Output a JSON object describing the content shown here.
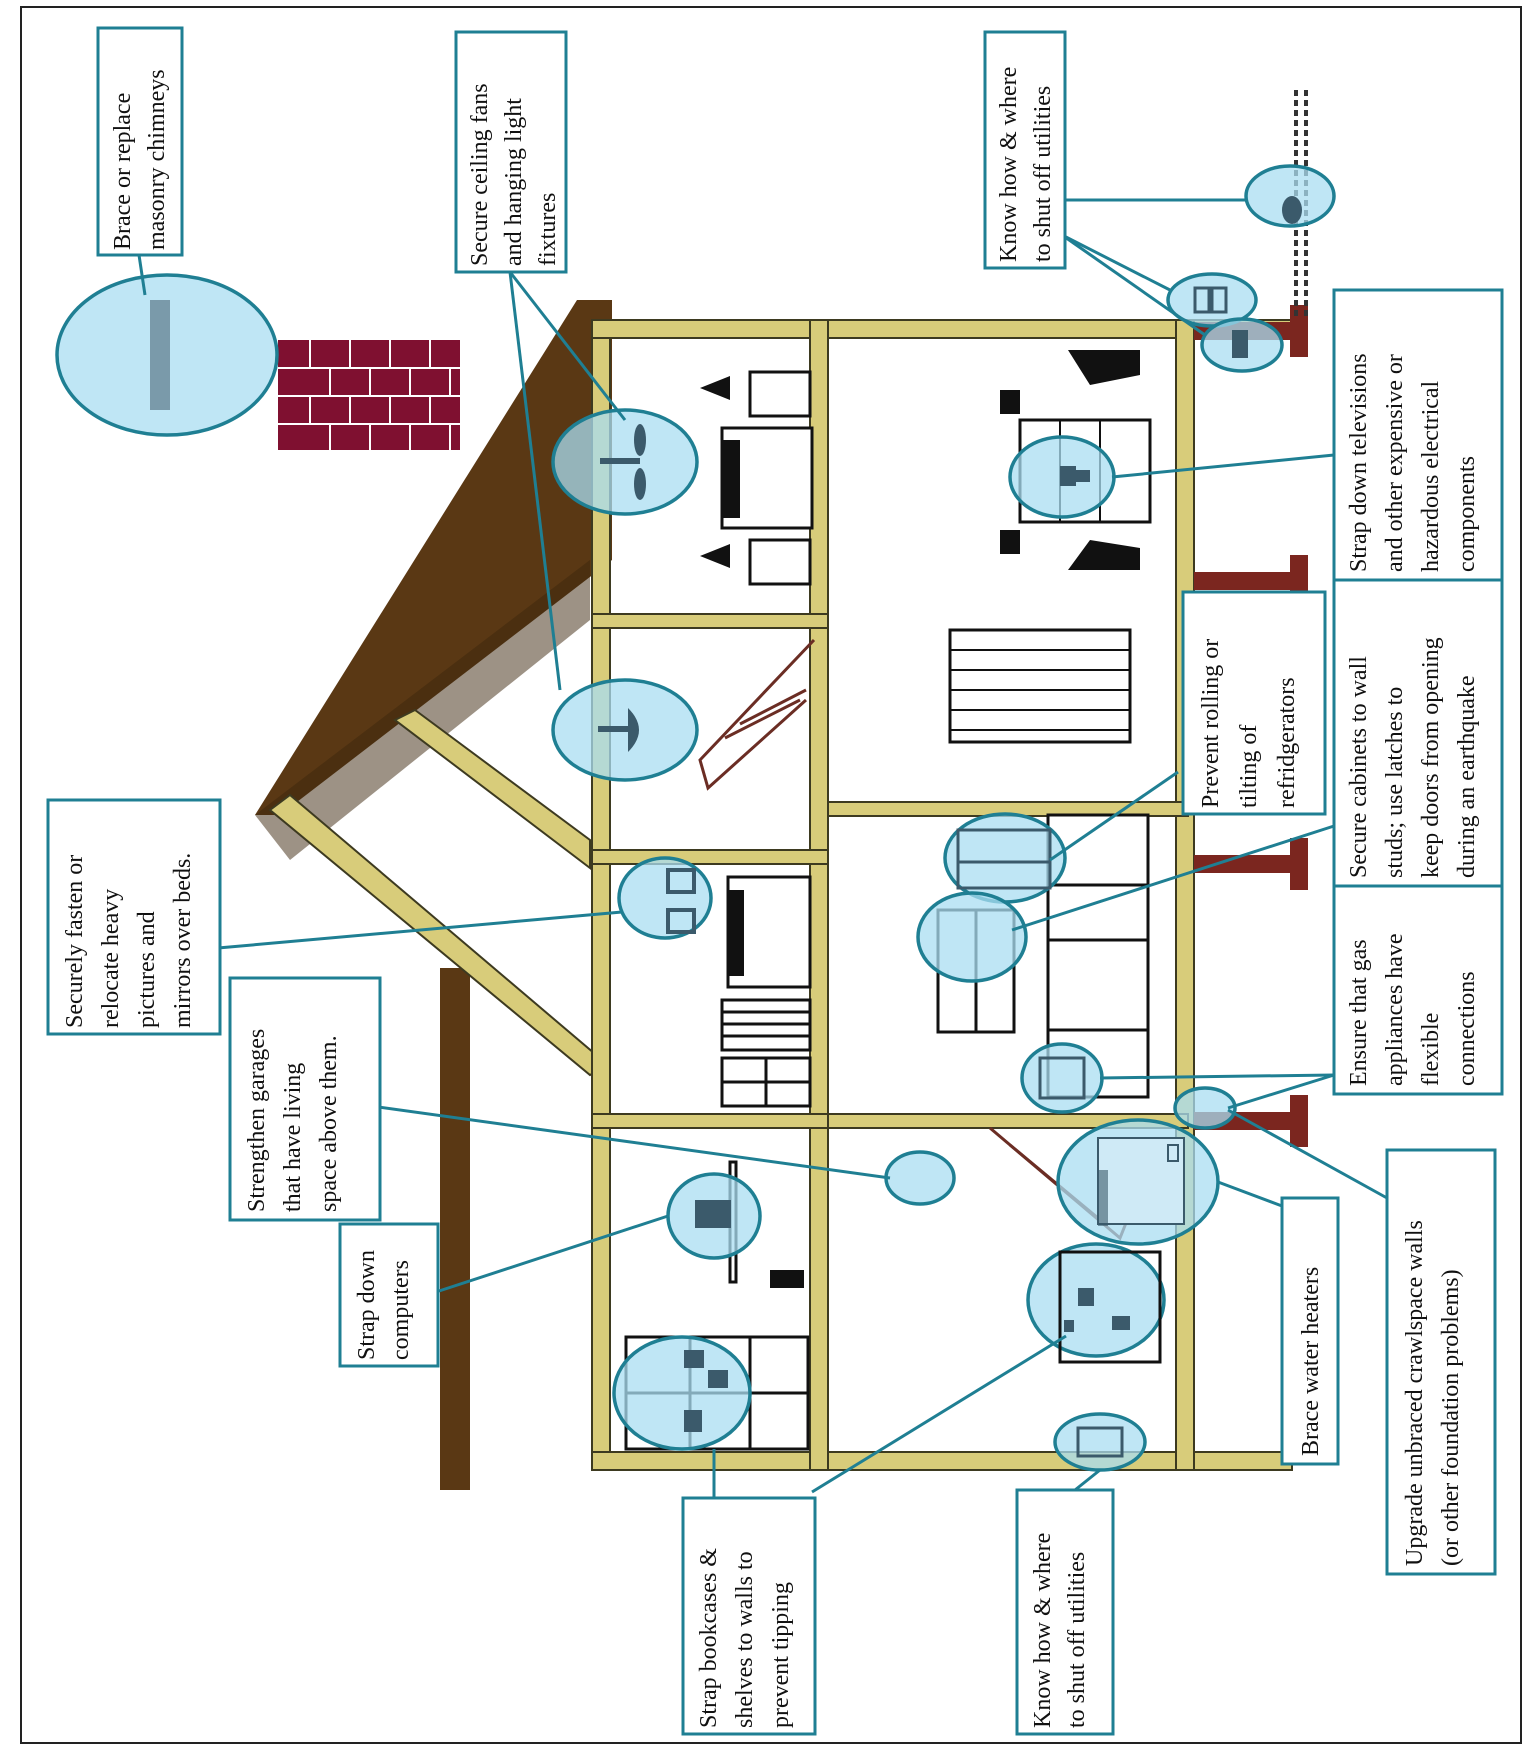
{
  "colors": {
    "wall": "#d8cc7a",
    "roof": "#5a3814",
    "chimney": "#7f1030",
    "callout_border": "#1f7f93",
    "bubble": "#a9def2",
    "piers": "#7b261f"
  },
  "labels": {
    "chimney": [
      "Brace or replace",
      "masonry chimneys"
    ],
    "ceiling_fans": [
      "Secure ceiling fans",
      "and hanging light",
      "fixtures"
    ],
    "utilities_top": [
      "Know how & where",
      "to shut off utilities"
    ],
    "pictures": [
      "Securely fasten or",
      "relocate heavy",
      "pictures and",
      "mirrors over beds."
    ],
    "garages": [
      "Strengthen garages",
      "that have living",
      "space above them."
    ],
    "computers": [
      "Strap down",
      "computers"
    ],
    "bookcases": [
      "Strap bookcases &",
      "shelves to walls to",
      "prevent tipping"
    ],
    "utilities_bottom": [
      "Know how & where",
      "to shut off utilities"
    ],
    "refrigerators": [
      "Prevent rolling or",
      "tilting of",
      "refridgerators"
    ],
    "televisions": [
      "Strap down televisions",
      "and other expensive or",
      "hazardous electrical",
      "components"
    ],
    "cabinets": [
      "Secure cabinets to wall",
      "studs; use latches to",
      "keep doors from opening",
      "during an earthquake"
    ],
    "gas": [
      "Ensure that gas",
      "appliances have",
      "flexible",
      "connections"
    ],
    "water_heaters": [
      "Brace water heaters"
    ],
    "crawlspace": [
      "Upgrade unbraced crawlspace walls",
      "(or other foundation problems)"
    ]
  },
  "icons": {
    "fan": "ceiling-fan-icon",
    "lamp": "hanging-light-icon",
    "tv": "television-icon",
    "fridge": "refrigerator-icon",
    "meter": "gas-meter-icon",
    "computer": "computer-icon",
    "bookcase": "bookcase-icon",
    "water_heater": "water-heater-icon"
  }
}
